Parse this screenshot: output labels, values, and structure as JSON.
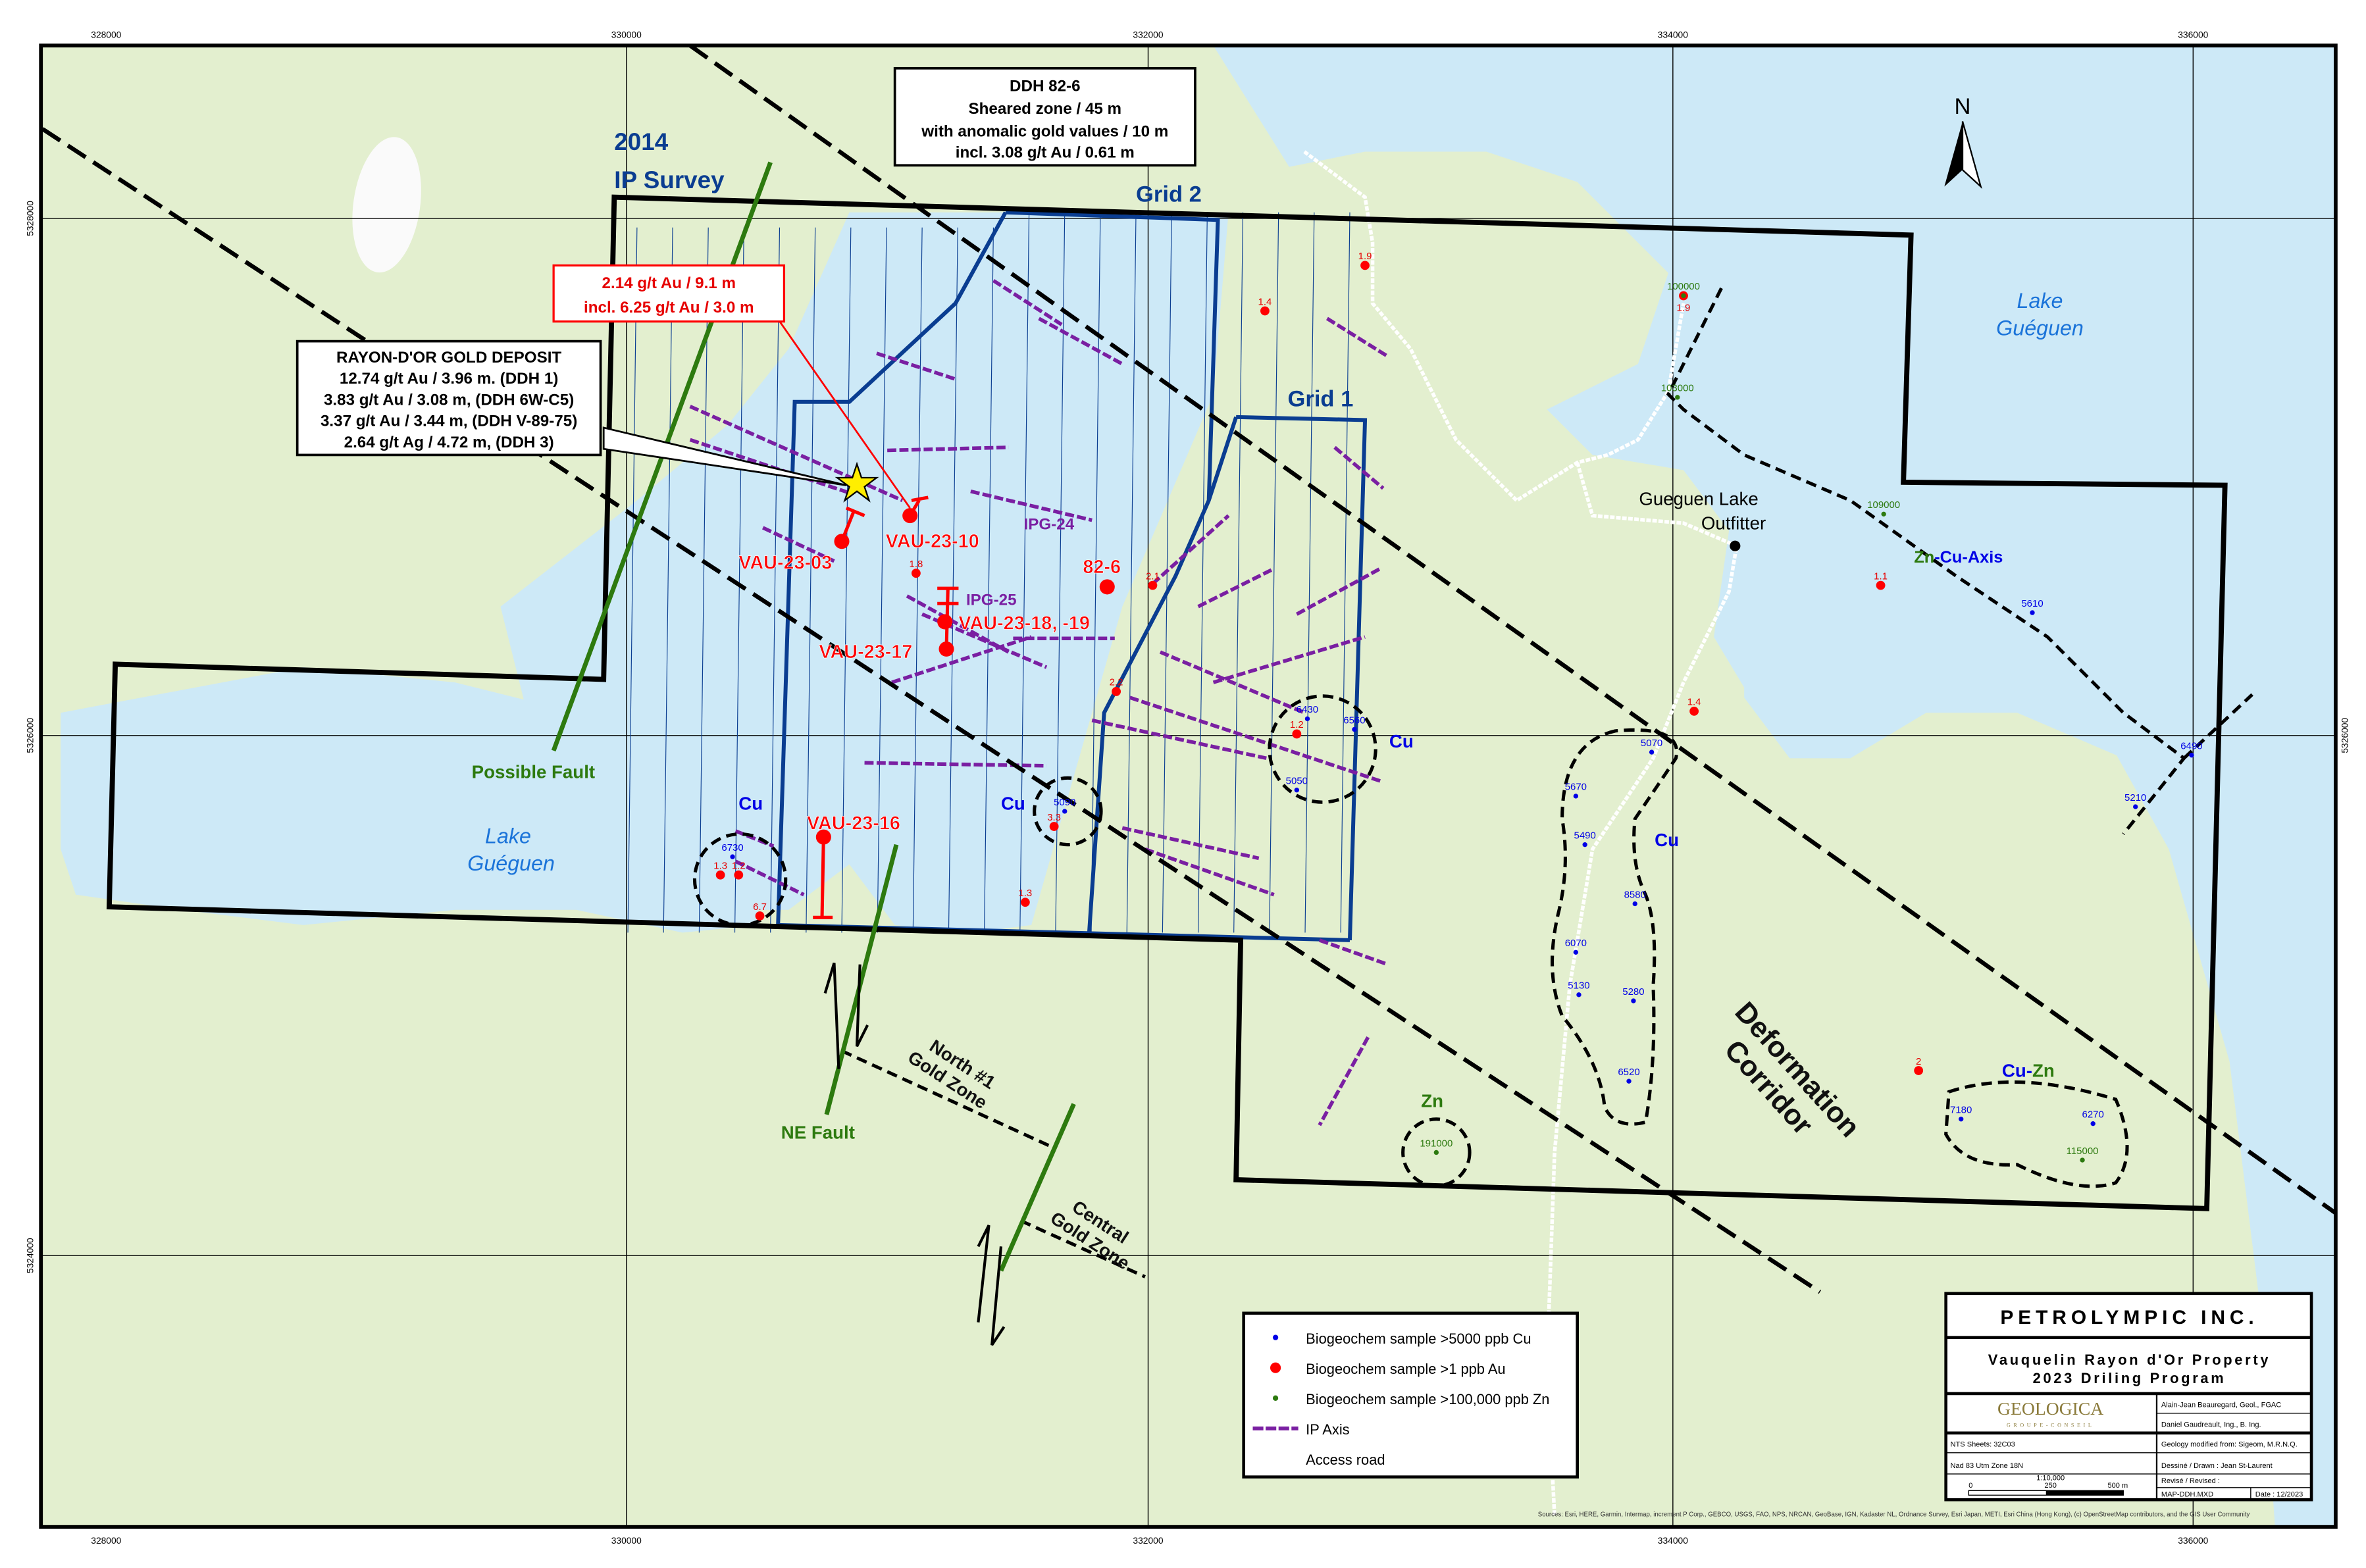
{
  "axes": {
    "x_ticks": [
      "328000",
      "330000",
      "332000",
      "334000",
      "336000"
    ],
    "y_ticks": [
      "5328000",
      "5326000",
      "5324000"
    ]
  },
  "north_arrow": {
    "label": "N"
  },
  "callouts": {
    "ddh_82_6": [
      "DDH 82-6",
      "Sheared zone / 45 m",
      "with anomalic gold values / 10 m",
      "incl. 3.08 g/t Au / 0.61 m"
    ],
    "vau_23_10": [
      "2.14 g/t Au / 9.1 m",
      "incl. 6.25 g/t Au / 3.0 m"
    ],
    "rayon_dor": [
      "RAYON-D'OR GOLD DEPOSIT",
      "12.74 g/t Au / 3.96 m. (DDH 1)",
      "3.83 g/t Au / 3.08 m, (DDH 6W-C5)",
      "3.37 g/t Au / 3.44 m, (DDH V-89-75)",
      "2.64 g/t Ag / 4.72 m, (DDH 3)"
    ]
  },
  "labels": {
    "ip_survey_year": "2014",
    "ip_survey": "IP Survey",
    "grid2": "Grid 2",
    "grid1": "Grid 1",
    "lake_east": [
      "Lake",
      "Guéguen"
    ],
    "lake_west": [
      "Lake",
      "Guéguen"
    ],
    "outfitter": [
      "Gueguen Lake",
      "Outfitter"
    ],
    "zn_cu_axis": {
      "zn": "Zn",
      "dash": "-",
      "cu": "Cu",
      "rest": "-Axis"
    },
    "possible_fault": "Possible Fault",
    "ne_fault": "NE Fault",
    "north1": [
      "North #1",
      "Gold Zone"
    ],
    "central": [
      "Central",
      "Gold Zone"
    ],
    "deformation": [
      "Deformation",
      "Corridor"
    ],
    "cu_zones": [
      "Cu",
      "Cu",
      "Cu",
      "Cu"
    ],
    "zn_zone": "Zn",
    "cu_zn": {
      "cu": "Cu",
      "dash": "-",
      "zn": "Zn"
    },
    "ipg24": "IPG-24",
    "ipg25": "IPG-25"
  },
  "drill_holes": [
    "VAU-23-03",
    "VAU-23-10",
    "82-6",
    "VAU-23-18, -19",
    "VAU-23-17",
    "VAU-23-16"
  ],
  "samples": {
    "cu": [
      "6730",
      "5090",
      "6430",
      "6560",
      "5050",
      "5070",
      "5670",
      "5490",
      "8580",
      "6070",
      "5130",
      "5280",
      "6520",
      "7180",
      "6270",
      "5610",
      "6490",
      "5210"
    ],
    "au": [
      "1.9",
      "1.4",
      "1.8",
      "2.1",
      "2.2",
      "1.2",
      "3.3",
      "1.3",
      "1.3",
      "1.2",
      "6.7",
      "1.9",
      "1.1",
      "1.4",
      "2"
    ],
    "zn": [
      "100000",
      "103000",
      "109000",
      "191000",
      "115000"
    ]
  },
  "legend": {
    "items": [
      {
        "label": "Biogeochem sample >5000 ppb Cu",
        "color": "#0000e6"
      },
      {
        "label": "Biogeochem sample >1 ppb Au",
        "color": "#ff0000"
      },
      {
        "label": "Biogeochem sample >100,000 ppb Zn",
        "color": "#2d7a0f"
      },
      {
        "label": "IP Axis",
        "color": "#7a1fa2"
      },
      {
        "label": "Access road",
        "color": "#ffffff"
      }
    ]
  },
  "title_block": {
    "company": "PETROLYMPIC INC.",
    "project_line1": "Vauquelin Rayon d'Or Property",
    "project_line2": "2023 Driling Program",
    "logo": "GEOLOGICA",
    "logo_sub": "GROUPE-CONSEIL",
    "author1": "Alain-Jean Beauregard, Geol., FGAC",
    "author2": "Daniel Gaudreault, Ing., B. Ing.",
    "nts": "NTS Sheets: 32C03",
    "geology": "Geology modified from: Sigeom, M.R.N.Q.",
    "datum": "Nad 83 Utm Zone 18N",
    "drawn": "Dessiné / Drawn : Jean St-Laurent",
    "scale": "1:10,000",
    "scale_ticks": [
      "0",
      "250",
      "500 m"
    ],
    "revised": "Revisé / Revised :",
    "file": "MAP-DDH.MXD",
    "date": "Date : 12/2023"
  },
  "attribution": "Sources: Esri, HERE, Garmin, Intermap, increment P Corp., GEBCO, USGS, FAO, NPS, NRCAN, GeoBase, IGN, Kadaster NL, Ordnance Survey, Esri Japan, METI, Esri China (Hong Kong), (c) OpenStreetMap contributors, and the GIS User Community",
  "colors": {
    "land": "#e3efcf",
    "water": "#cde9f7",
    "boundary": "#000000",
    "grid": "#0a3d91",
    "ip_axis": "#7a1fa2",
    "fault": "#2d7a0f",
    "drill": "#ff0000"
  }
}
